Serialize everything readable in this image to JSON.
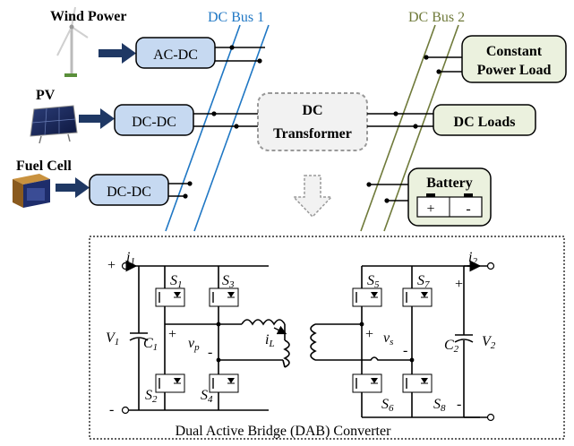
{
  "sources": {
    "wind": {
      "label": "Wind Power",
      "converter": "AC-DC"
    },
    "pv": {
      "label": "PV",
      "converter": "DC-DC"
    },
    "fuel_cell": {
      "label": "Fuel Cell",
      "converter": "DC-DC"
    }
  },
  "buses": {
    "bus1": "DC Bus 1",
    "bus2": "DC Bus 2"
  },
  "dc_transformer": {
    "line1": "DC",
    "line2": "Transformer"
  },
  "loads": {
    "constant_power": {
      "line1": "Constant",
      "line2": "Power Load"
    },
    "dc_loads": "DC Loads",
    "battery": {
      "label": "Battery",
      "plus": "+",
      "minus": "-"
    }
  },
  "dab": {
    "caption": "Dual Active Bridge (DAB) Converter",
    "labels": {
      "i1": "i",
      "i1_sub": "1",
      "i2": "i",
      "i2_sub": "2",
      "v1": "V",
      "v1_sub": "1",
      "v2": "V",
      "v2_sub": "2",
      "c1": "C",
      "c1_sub": "1",
      "c2": "C",
      "c2_sub": "2",
      "vp": "v",
      "vp_sub": "p",
      "vs": "v",
      "vs_sub": "s",
      "il": "i",
      "il_sub": "L",
      "s1": "S",
      "s1_sub": "1",
      "s2": "S",
      "s2_sub": "2",
      "s3": "S",
      "s3_sub": "3",
      "s4": "S",
      "s4_sub": "4",
      "s5": "S",
      "s5_sub": "5",
      "s6": "S",
      "s6_sub": "6",
      "s7": "S",
      "s7_sub": "7",
      "s8": "S",
      "s8_sub": "8",
      "plus": "+",
      "minus": "-"
    }
  },
  "colors": {
    "box_fill": "#c6d9f1",
    "load_fill": "#ebf1de",
    "bus1": "#1f77c4",
    "bus2": "#6f7a3a",
    "arrow": "#1f3864"
  }
}
